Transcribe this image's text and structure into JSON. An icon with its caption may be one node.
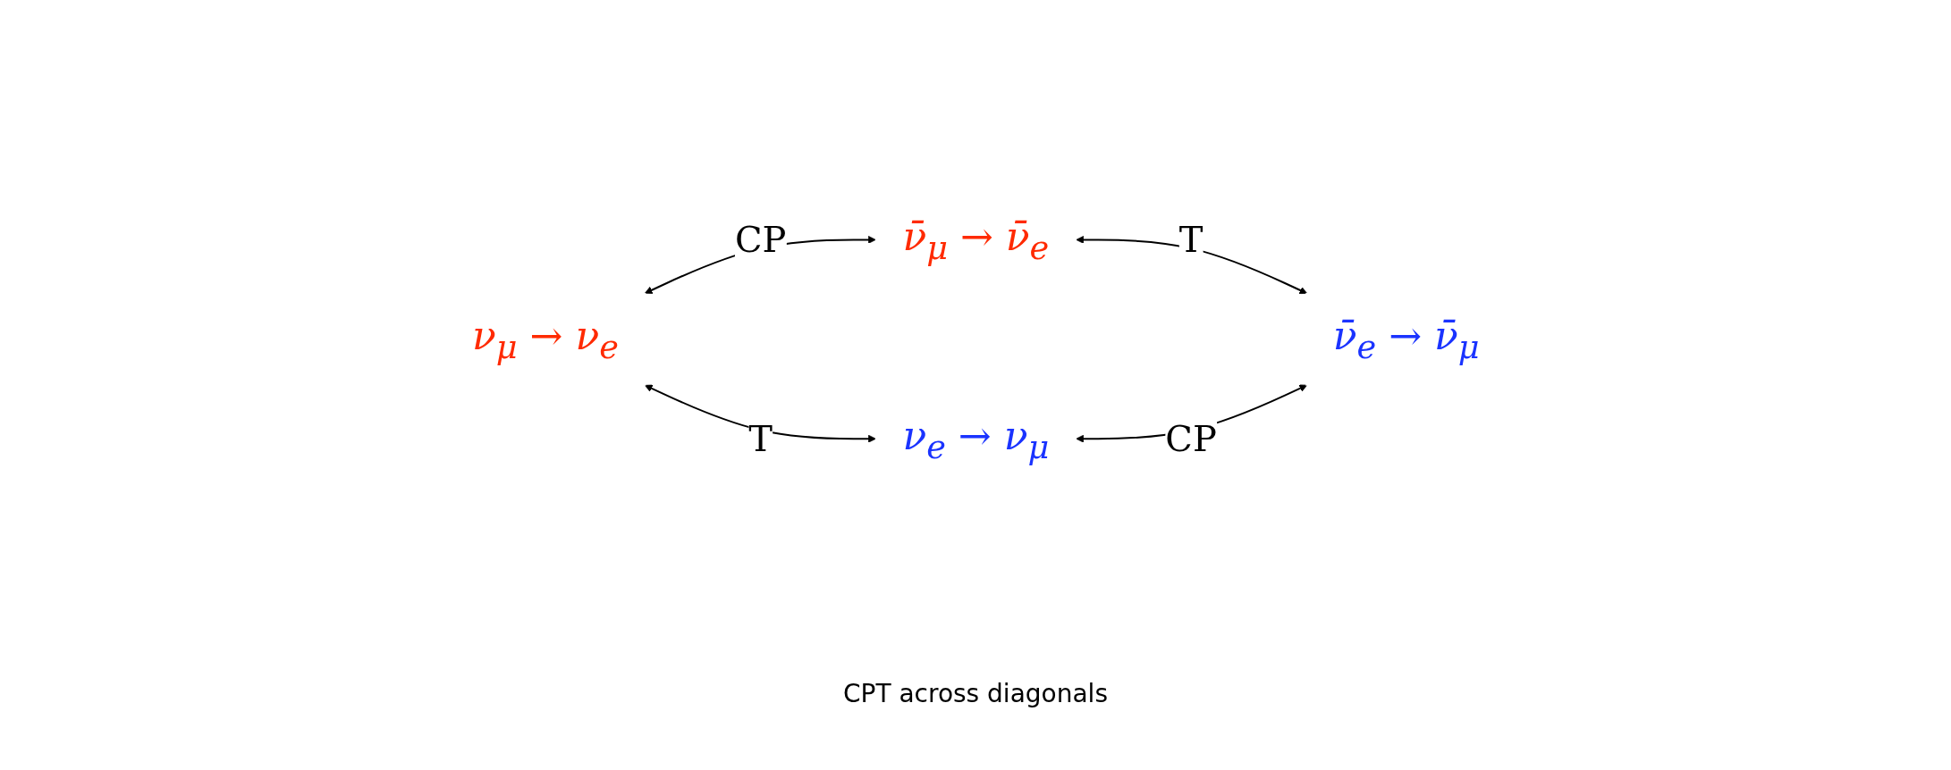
{
  "diagram": {
    "nodes": [
      {
        "text": [
          "ν$_{μ}$ → ν$_{e}$"
        ]
      },
      {
        "text": [
          "ν̄$_{μ}$ → ν̄$_{e}$"
        ]
      },
      {
        "text": [
          "ν$_{e}$ → ν$_{μ}$"
        ]
      },
      {
        "text": [
          "ν̄$_{e}$ → ν̄$_{μ}$"
        ]
      }
    ],
    "edges": [
      {
        "from": 0,
        "to": 1,
        "arrow": "both",
        "label": "CP"
      },
      {
        "from": 0,
        "to": 2,
        "arrow": "both",
        "label": "T"
      },
      {
        "from": 1,
        "to": 3,
        "arrow": "both",
        "label": "T"
      },
      {
        "from": 2,
        "to": 3,
        "arrow": "both",
        "label": "CP"
      }
    ],
    "labels": [
      "CPT across diagonals"
    ]
  }
}
